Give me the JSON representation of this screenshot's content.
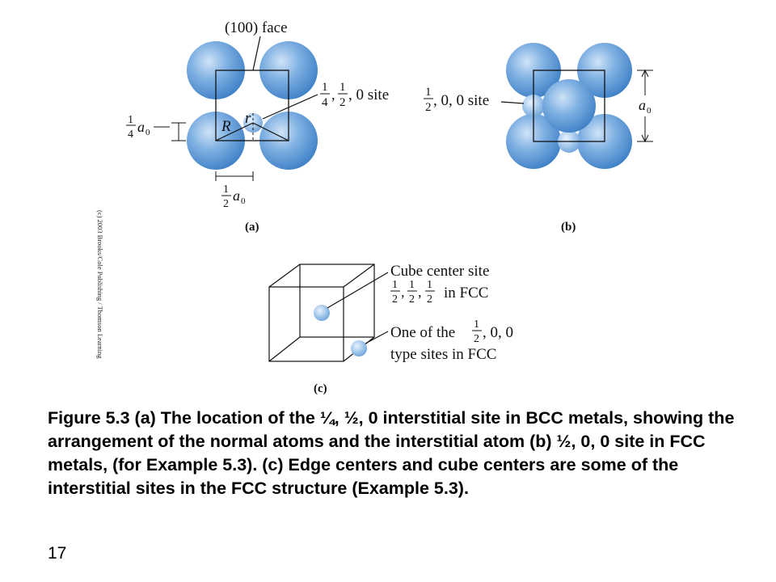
{
  "colors": {
    "atom": "#4f8ed0",
    "atom_light": "#cfe3f7",
    "line": "#111111"
  },
  "diagram": {
    "panel_a": {
      "face_label": "(100) face",
      "site_label_text": ", 0 site",
      "frac_1_4_num": "1",
      "frac_1_4_den": "4",
      "frac_1_2_num": "1",
      "frac_1_2_den": "2",
      "R_label": "R",
      "r_label": "r",
      "quarter_a0_num": "1",
      "quarter_a0_den": "4",
      "quarter_a0_sym": "a",
      "quarter_a0_sub": "0",
      "half_a0_num": "1",
      "half_a0_den": "2",
      "half_a0_sym": "a",
      "half_a0_sub": "0",
      "panel_label": "(a)"
    },
    "panel_b": {
      "site_label_text": ", 0, 0 site",
      "frac_num": "1",
      "frac_den": "2",
      "a0_sym": "a",
      "a0_sub": "0",
      "panel_label": "(b)"
    },
    "panel_c": {
      "cube_center_line1": "Cube center site",
      "cube_center_in": "in FCC",
      "cc_n1": "1",
      "cc_d1": "2",
      "cc_n2": "1",
      "cc_d2": "2",
      "cc_n3": "1",
      "cc_d3": "2",
      "edge_line1_pre": "One of the",
      "edge_line1_post": ", 0, 0",
      "edge_num": "1",
      "edge_den": "2",
      "edge_line2": "type sites in FCC",
      "panel_label": "(c)"
    },
    "copyright": "(c) 2003 Brooks/Cole Publishing / Thomson Learning"
  },
  "caption": "Figure 5.3 (a)  The location of the ¼, ½, 0 interstitial site in BCC metals, showing the arrangement of the normal atoms and the interstitial atom (b) ½, 0, 0 site in FCC metals, (for Example 5.3). (c) Edge centers and cube centers are some of the interstitial sites in the FCC structure (Example 5.3).",
  "slide_number": "17"
}
